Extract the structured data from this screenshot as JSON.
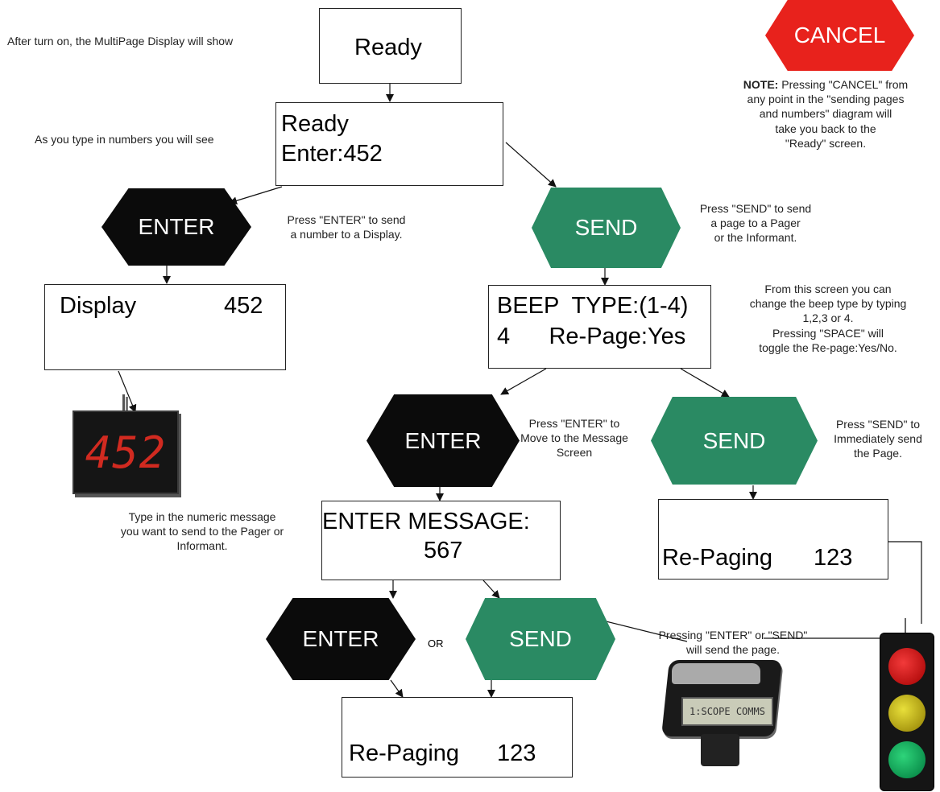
{
  "intro_note": "After turn on, the MultiPage Display will show",
  "typing_note": "As you type in numbers you will see",
  "ready_box": {
    "text": "Ready"
  },
  "enter_box": {
    "line1": "Ready",
    "line2": "Enter:452"
  },
  "cancel": {
    "label": "CANCEL",
    "note_bold": "NOTE:",
    "note_lines": [
      " Pressing \"CANCEL\" from",
      "any point in the \"sending pages",
      "and numbers\" diagram will",
      "take you back to the",
      "\"Ready\" screen."
    ]
  },
  "enter1": {
    "label": "ENTER",
    "note_lines": [
      "Press \"ENTER\" to send",
      "a number to a Display."
    ]
  },
  "send1": {
    "label": "SEND",
    "note_lines": [
      "Press \"SEND\" to send",
      "a page to a Pager",
      "or the Informant."
    ]
  },
  "display_box": {
    "label": "Display",
    "value": "452"
  },
  "display_device": {
    "digits": "452"
  },
  "beep_box": {
    "line1": "BEEP  TYPE:(1-4)",
    "line2": "4      Re-Page:Yes"
  },
  "beep_note": [
    "From this screen you can",
    "change the beep type by typing",
    "1,2,3 or 4.",
    "Pressing \"SPACE\" will",
    "toggle the Re-page:Yes/No."
  ],
  "enter2": {
    "label": "ENTER",
    "note_lines": [
      "Press \"ENTER\" to",
      "Move to the Message",
      "Screen"
    ]
  },
  "send2": {
    "label": "SEND",
    "note_lines": [
      "Press \"SEND\" to",
      "Immediately send",
      "the Page."
    ]
  },
  "message_box": {
    "line1": "ENTER MESSAGE:",
    "line2": "567"
  },
  "message_note": [
    "Type in the numeric message",
    "you want to send to the Pager or",
    "Informant."
  ],
  "repaging_right": {
    "label": "Re-Paging",
    "value": "123"
  },
  "enter3": {
    "label": "ENTER"
  },
  "or_label": "OR",
  "send3": {
    "label": "SEND"
  },
  "final_note": [
    "Pressing \"ENTER\" or \"SEND\"",
    "will send the page."
  ],
  "repaging_bottom": {
    "label": "Re-Paging",
    "value": "123"
  },
  "pager_device": {
    "screen_text": "1:SCOPE COMMS"
  }
}
